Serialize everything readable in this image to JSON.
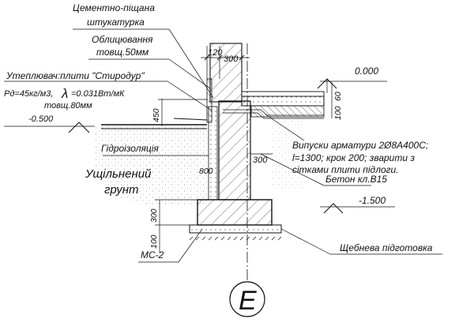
{
  "labels": {
    "plaster_line1": "Цементно-піщана",
    "plaster_line2": "штукатурка",
    "cladding_line1": "Облицювання",
    "cladding_line2": "товщ.50мм",
    "insulation_title": "Утеплювач:плити \"Стиродур\"",
    "insulation_density": "Pд=45кг/м3,",
    "insulation_lambda_symbol": "λ",
    "insulation_lambda_value": "=0.031Вт/мК",
    "insulation_thickness": "товщ.80мм",
    "waterproofing": "Гідроізоляція",
    "soil_line1": "Ущільнений",
    "soil_line2": "грунт",
    "rebar_line1": "Випуски арматури 2Ø8А400С;",
    "rebar_line2": "l=1300; крок 200; зварити з",
    "rebar_line3": "сітками плити підлоги.",
    "concrete": "Бетон кл.В15",
    "gravel": "Щебнева підготовка",
    "ms2": "МС-2"
  },
  "levels": {
    "floor": "0.000",
    "ground": "-0.500",
    "bottom": "-1.500"
  },
  "dimensions": {
    "d120": "120",
    "d300_top": "300",
    "d450": "450",
    "d60": "60",
    "d100_slab": "100",
    "d300_wall": "300",
    "d800": "800",
    "d300_left": "300",
    "d100_left": "100"
  },
  "axis_mark": "Е"
}
